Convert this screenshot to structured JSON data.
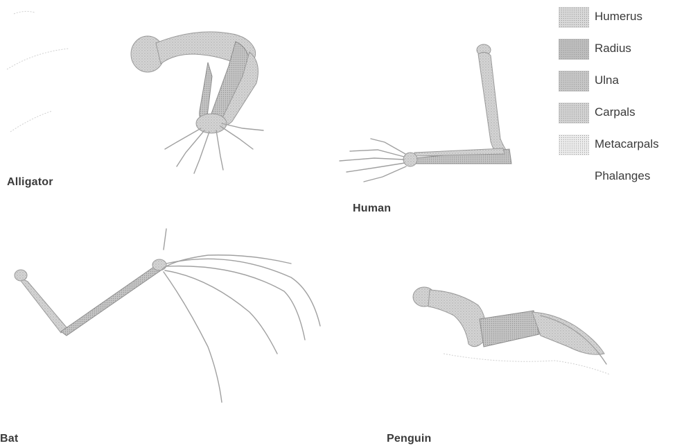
{
  "legend": {
    "items": [
      {
        "label": "Humerus",
        "swatch": "#d8d8d8"
      },
      {
        "label": "Radius",
        "swatch": "#bdbdbd"
      },
      {
        "label": "Ulna",
        "swatch": "#c6c6c6"
      },
      {
        "label": "Carpals",
        "swatch": "#d2d2d2"
      },
      {
        "label": "Metacarpals",
        "swatch": "#ececec"
      },
      {
        "label": "Phalanges",
        "swatch": "#ffffff"
      }
    ]
  },
  "specimens": {
    "alligator": "Alligator",
    "human": "Human",
    "bat": "Bat",
    "penguin": "Penguin"
  }
}
